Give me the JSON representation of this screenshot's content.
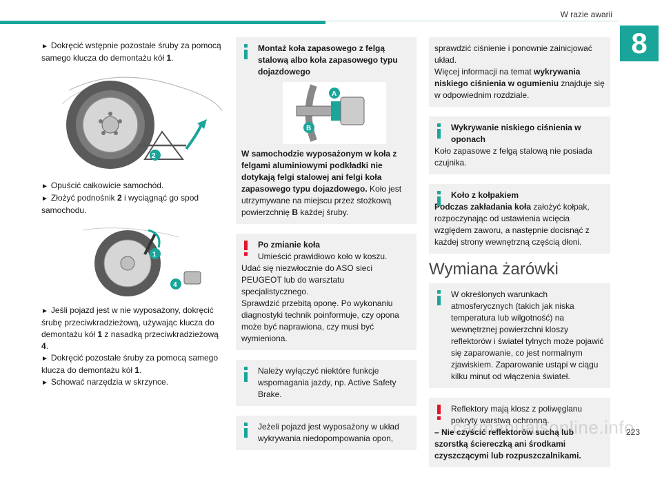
{
  "header": {
    "section": "W razie awarii",
    "chapter": "8",
    "page": "223"
  },
  "watermark": "carmanualsonline.info",
  "col1": {
    "p1_a": "Dokręcić wstępnie pozostałe śruby za pomocą samego klucza do demontażu kół ",
    "p1_b": "1",
    "p1_c": ".",
    "fig1_label": "2",
    "p2": "Opuścić całkowicie samochód.",
    "p3_a": "Złożyć podnośnik ",
    "p3_b": "2",
    "p3_c": " i wyciągnąć go spod samochodu.",
    "fig2_label_1": "1",
    "fig2_label_4": "4",
    "p4_a": "Jeśli pojazd jest w nie wyposażony, dokręcić śrubę przeciwkradzieżową, używając klucza do demontażu kół ",
    "p4_b": "1",
    "p4_c": " z nasadką przeciwkradzieżową ",
    "p4_d": "4",
    "p4_e": ".",
    "p5_a": "Dokręcić pozostałe śruby za pomocą samego klucza do demontażu kół ",
    "p5_b": "1",
    "p5_c": ".",
    "p6": "Schować narzędzia w skrzynce."
  },
  "col2": {
    "box1_title": "Montaż koła zapasowego z felgą stalową albo koła zapasowego typu dojazdowego",
    "fig_label_a": "A",
    "fig_label_b": "B",
    "box1_bold": "W samochodzie wyposażonym w koła z felgami aluminiowymi podkładki nie dotykają felgi stalowej ani felgi koła zapasowego typu dojazdowego.",
    "box1_text_a": " Koło jest utrzymywane na miejscu przez stożkową powierzchnię ",
    "box1_text_b": "B",
    "box1_text_c": " każdej śruby.",
    "box2_title": "Po zmianie koła",
    "box2_line1": "Umieścić prawidłowo koło w koszu.",
    "box2_rest": "Udać się niezwłocznie do ASO sieci PEUGEOT lub do warsztatu specjalistycznego.",
    "box2_rest2": "Sprawdzić przebitą oponę. Po wykonaniu diagnostyki technik poinformuje, czy opona może być naprawiona, czy musi być wymieniona.",
    "box3_text": "Należy wyłączyć niektóre funkcje wspomagania jazdy, np. Active Safety Brake.",
    "box4_text": "Jeżeli pojazd jest wyposażony w układ wykrywania niedopompowania opon,"
  },
  "col3": {
    "box1_text": "sprawdzić ciśnienie i ponownie zainicjować układ.",
    "box1_more_a": "Więcej informacji na temat ",
    "box1_more_b": "wykrywania niskiego ciśnienia w ogumieniu",
    "box1_more_c": " znajduje się w odpowiednim rozdziale.",
    "box2_title": "Wykrywanie niskiego ciśnienia w oponach",
    "box2_text": "Koło zapasowe z felgą stalową nie posiada czujnika.",
    "box3_title": "Koło z kołpakiem",
    "box3_bold": "Podczas zakładania koła",
    "box3_text": " założyć kołpak, rozpoczynając od ustawienia wcięcia względem zaworu, a następnie docisnąć z każdej strony wewnętrzną częścią dłoni.",
    "heading": "Wymiana żarówki",
    "box4_text": "W określonych warunkach atmosferycznych (takich jak niska temperatura lub wilgotność) na wewnętrznej powierzchni kloszy reflektorów i świateł tylnych może pojawić się zaparowanie, co jest normalnym zjawiskiem. Zaparowanie ustąpi w ciągu kilku minut od włączenia świateł.",
    "box5_text": "Reflektory mają klosz z poliwęglanu pokryty warstwą ochronną.",
    "box5_bold": "–  Nie czyścić reflektorów suchą lub szorstką ściereczką ani środkami czyszczącymi lub rozpuszczalnikami."
  },
  "colors": {
    "accent": "#1aa59a",
    "warning": "#e3132c",
    "box_bg": "#f0f0f0"
  },
  "icons": {
    "bullet": "triangle-right-icon",
    "info": "info-icon",
    "warning": "exclamation-icon"
  }
}
